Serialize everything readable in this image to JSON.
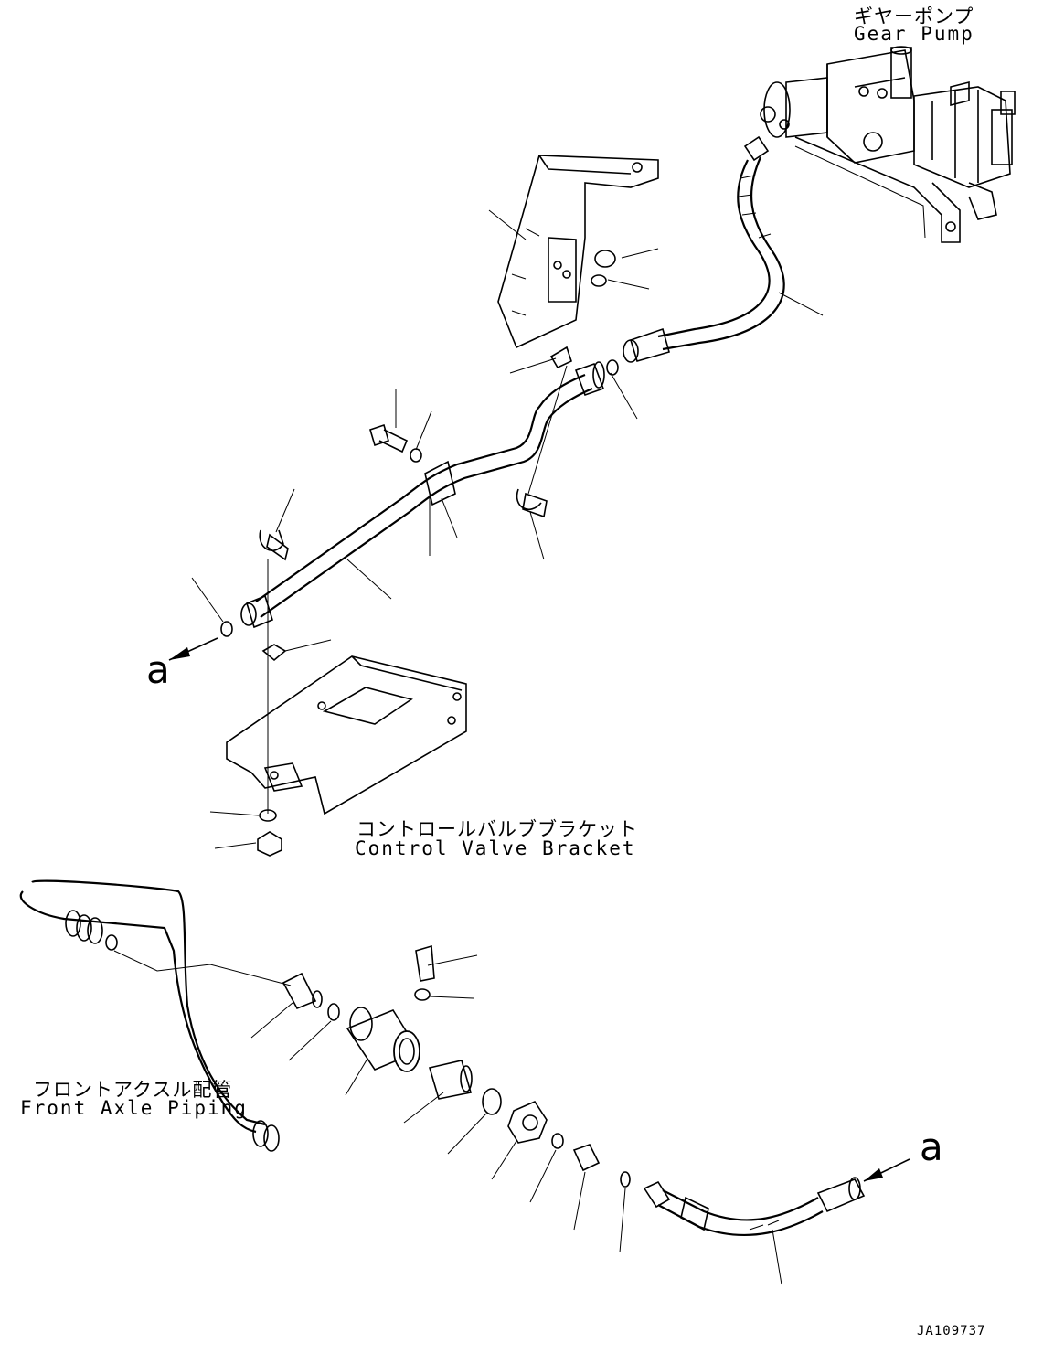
{
  "labels": {
    "gear_pump_jp": "ギヤーポンプ",
    "gear_pump_en": "Gear Pump",
    "control_valve_bracket_jp": "コントロールバルブブラケット",
    "control_valve_bracket_en": "Control Valve Bracket",
    "front_axle_piping_jp": "フロントアクスル配管",
    "front_axle_piping_en": "Front Axle Piping",
    "ref_a_top": "a",
    "ref_a_bottom": "a",
    "drawing_code": "JA109737"
  }
}
